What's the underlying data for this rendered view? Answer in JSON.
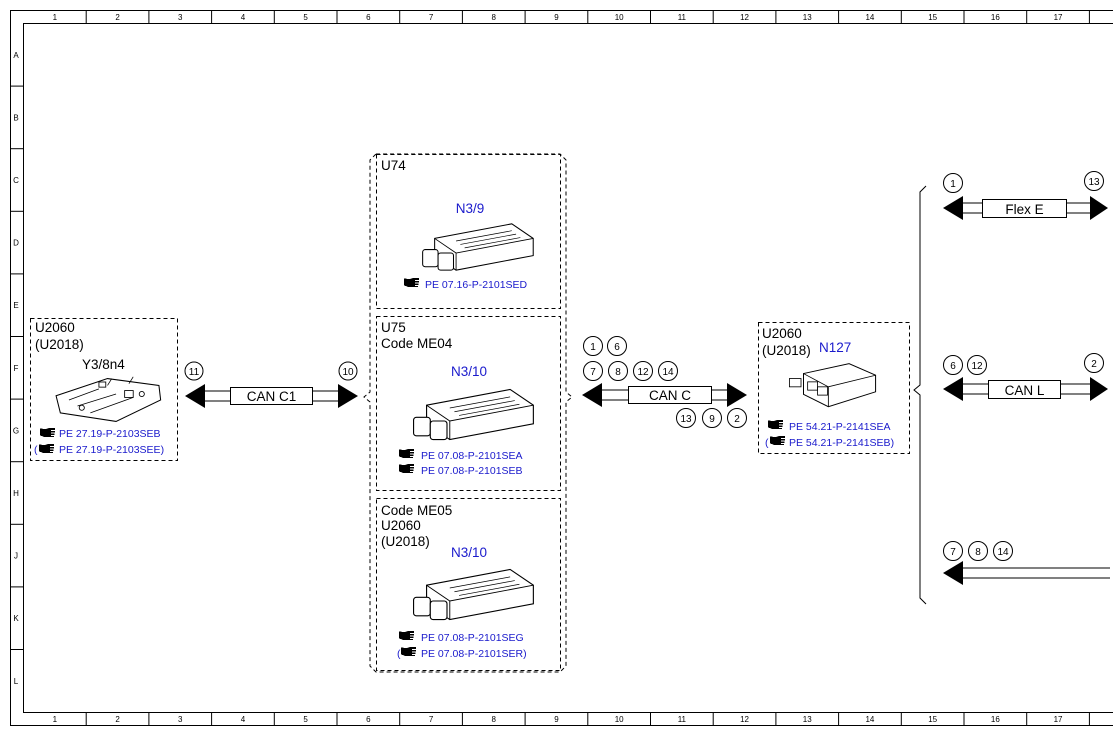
{
  "grid": {
    "columns": [
      "1",
      "2",
      "3",
      "4",
      "5",
      "6",
      "7",
      "8",
      "9",
      "10",
      "11",
      "12",
      "13",
      "14",
      "15",
      "16",
      "17"
    ],
    "rows": [
      "A",
      "B",
      "C",
      "D",
      "E",
      "F",
      "G",
      "H",
      "J",
      "K",
      "L"
    ]
  },
  "left_module": {
    "line1": "U2060",
    "line2": "(U2018)",
    "code": "Y3/8n4",
    "ref1": "PE 27.19-P-2103SEB",
    "ref2": "PE 27.19-P-2103SEE)",
    "ref2_prefix": "("
  },
  "can_c1": {
    "label": "CAN C1",
    "left_num": "11",
    "right_num": "10"
  },
  "group_u74": {
    "title": "U74",
    "code": "N3/9",
    "ref1": "PE 07.16-P-2101SED"
  },
  "group_u75": {
    "line1": "U75",
    "line2": "Code ME04",
    "code": "N3/10",
    "ref1": "PE 07.08-P-2101SEA",
    "ref2": "PE 07.08-P-2101SEB"
  },
  "group_me05": {
    "line1": "Code ME05",
    "line2": "U2060",
    "line3": "(U2018)",
    "code": "N3/10",
    "ref1": "PE 07.08-P-2101SEG",
    "ref2": "PE 07.08-P-2101SER)",
    "ref2_prefix": "("
  },
  "can_c": {
    "label": "CAN C",
    "top_row1": [
      "1",
      "6"
    ],
    "top_row2": [
      "7",
      "8",
      "12",
      "14"
    ],
    "bottom_row": [
      "13",
      "9",
      "2"
    ]
  },
  "right_module": {
    "line1": "U2060",
    "line2": "(U2018)",
    "code": "N127",
    "ref1": "PE 54.21-P-2141SEA",
    "ref2": "PE 54.21-P-2141SEB)",
    "ref2_prefix": "("
  },
  "flex_e": {
    "label": "Flex E",
    "left_num": "1",
    "right_num": "13"
  },
  "can_l": {
    "label": "CAN L",
    "left_nums": [
      "6",
      "12"
    ],
    "right_num": "2"
  },
  "bottom_bus": {
    "nums": [
      "7",
      "8",
      "14"
    ]
  },
  "colors": {
    "ref_blue": "#1a1acc",
    "line": "#000000"
  }
}
